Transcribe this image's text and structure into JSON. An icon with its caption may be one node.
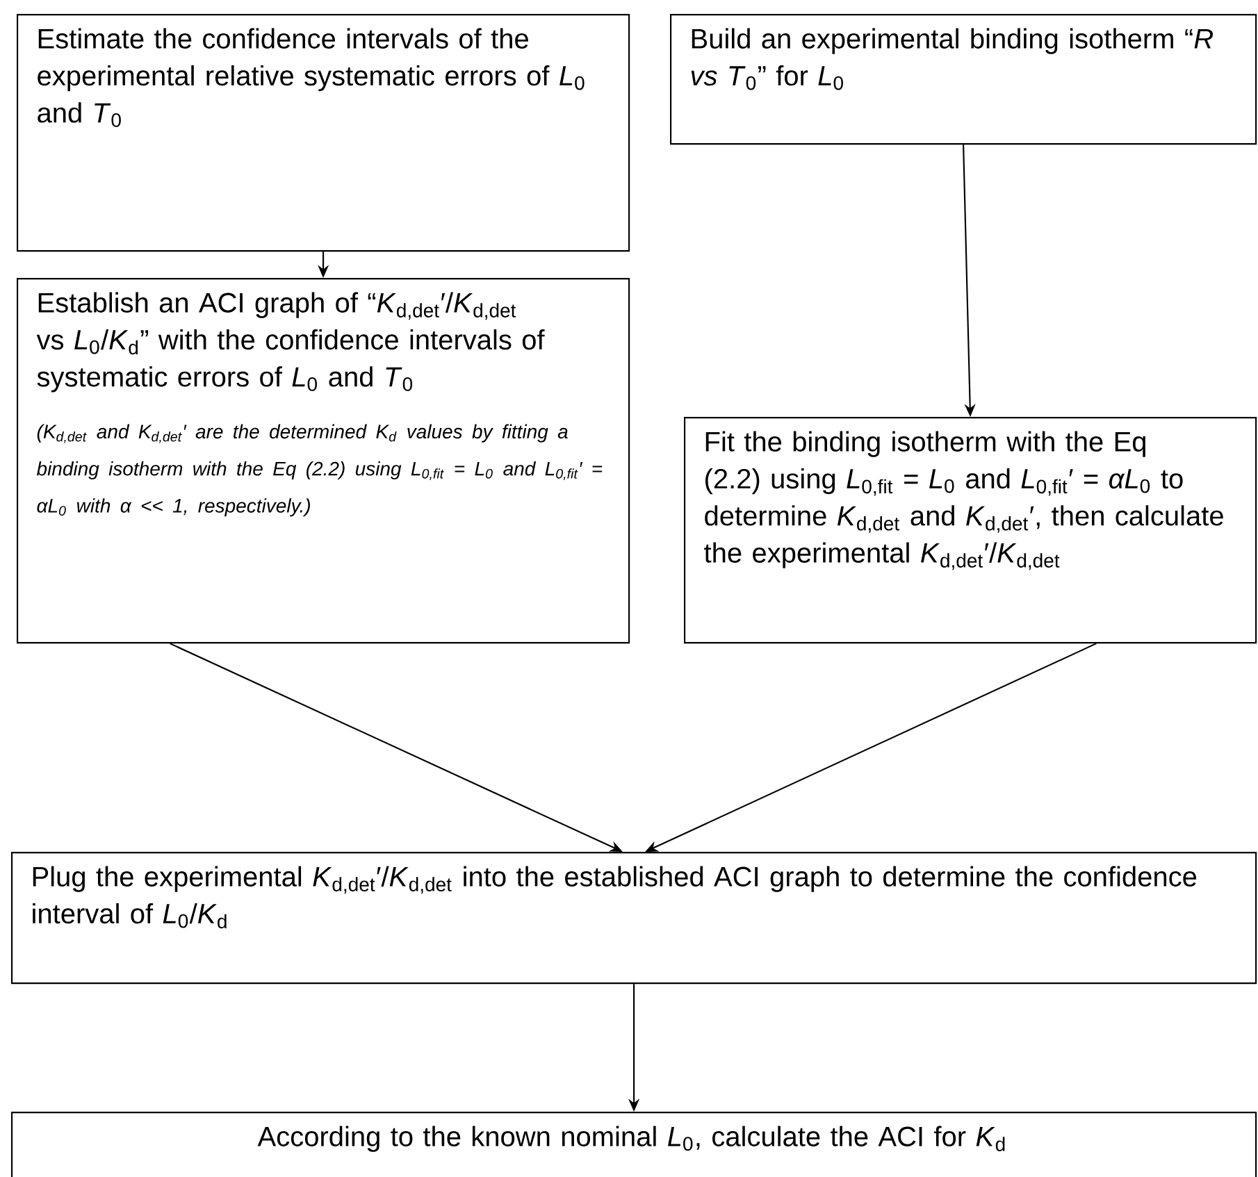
{
  "diagram": {
    "nodes": [
      {
        "text": [
          "Estimate the confidence intervals of the experimental relative systematic errors of *L*$_{0}$ and *T*$_{0}$"
        ]
      },
      {
        "text": [
          "Build an experimental binding isotherm “*R vs T*$_{0}$” for *L*$_{0}$"
        ]
      },
      {
        "text": [
          "Establish an ACI graph of “*K*$_{d,det}$′/*K*$_{d,det}$ vs *L*$_{0}$/*K*$_{d}$” with the confidence intervals of systematic errors of *L*$_{0}$ and *T*$_{0}$",
          "(K$_{d,det}$ and K$_{d,det}$′ are the determined K$_{d}$ values by fitting a binding isotherm with the Eq (2.2) using L$_{0,fit}$ = L$_{0}$ and L$_{0,fit}$′ = αL$_{0}$ with α << 1, respectively.)"
        ]
      },
      {
        "text": [
          "Fit the binding isotherm with the Eq (2.2) using *L*$_{0,fit}$ = *L*$_{0}$ and *L*$_{0,fit}$′ = *αL*$_{0}$ to determine *K*$_{d,det}$ and *K*$_{d,det}$′, then calculate the experimental *K*$_{d,det}$′/*K*$_{d,det}$"
        ]
      },
      {
        "text": [
          "Plug the experimental *K*$_{d,det}$′/*K*$_{d,det}$ into the established ACI graph to determine the confidence interval of *L*$_{0}$/*K*$_{d}$"
        ]
      },
      {
        "text": [
          "According to the known nominal *L*$_{0}$, calculate the ACI for *K*$_{d}$"
        ]
      }
    ],
    "edges": [
      {
        "from": 0,
        "to": 2,
        "arrow": "to"
      },
      {
        "from": 1,
        "to": 3,
        "arrow": "to"
      },
      {
        "from": 2,
        "to": 4,
        "arrow": "to"
      },
      {
        "from": 3,
        "to": 4,
        "arrow": "to"
      },
      {
        "from": 4,
        "to": 5,
        "arrow": "to"
      }
    ]
  }
}
